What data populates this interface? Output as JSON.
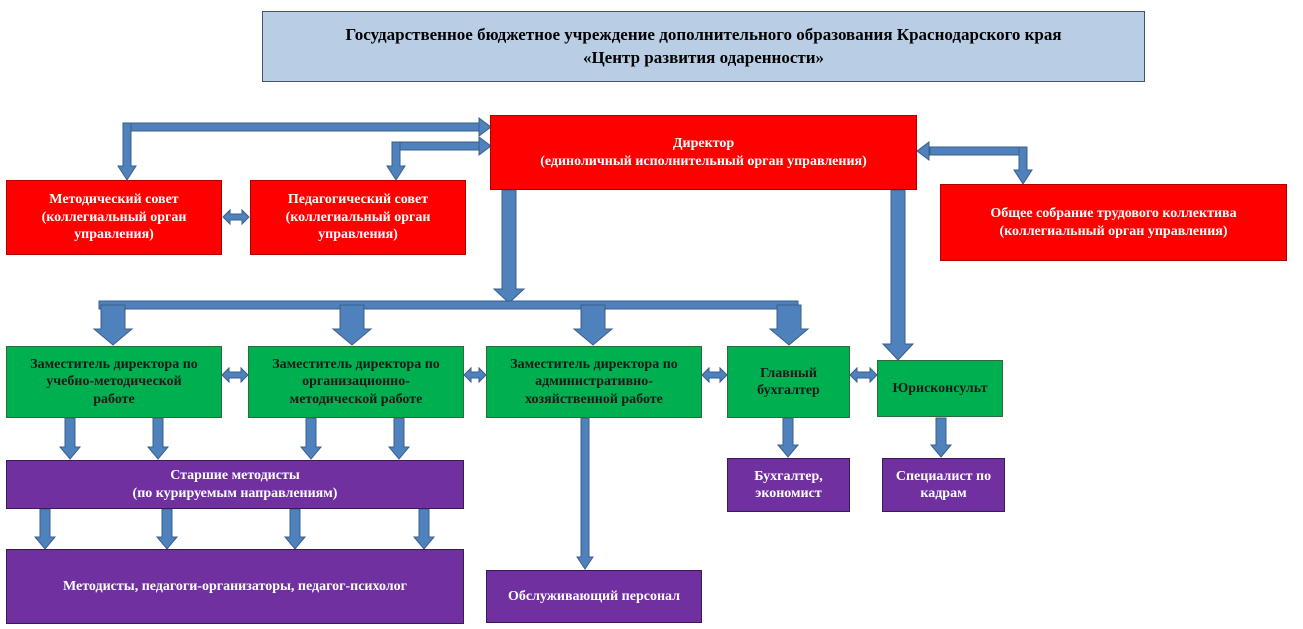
{
  "header": {
    "line1": "Государственное бюджетное учреждение дополнительного образования Краснодарского края",
    "line2": "«Центр развития одаренности»"
  },
  "director": {
    "line1": "Директор",
    "line2": "(единоличный исполнительный орган управления)"
  },
  "method_council": {
    "line1": "Методический совет",
    "line2": "(коллегиальный орган",
    "line3": "управления)"
  },
  "ped_council": {
    "line1": "Педагогический совет",
    "line2": "(коллегиальный орган",
    "line3": "управления)"
  },
  "general_meeting": {
    "line1": "Общее собрание трудового коллектива",
    "line2": "(коллегиальный орган управления)"
  },
  "deputy_edu": {
    "line1": "Заместитель директора по",
    "line2": "учебно-методической",
    "line3": "работе"
  },
  "deputy_org": {
    "line1": "Заместитель директора по",
    "line2": "организационно-",
    "line3": "методической работе"
  },
  "deputy_admin": {
    "line1": "Заместитель директора по",
    "line2": "административно-",
    "line3": "хозяйственной работе"
  },
  "chief_accountant": {
    "line1": "Главный",
    "line2": "бухгалтер"
  },
  "lawyer": {
    "line1": "Юрисконсульт"
  },
  "senior_methodists": {
    "line1": "Старшие методисты",
    "line2": "(по курируемым направлениям)"
  },
  "accountant": {
    "line1": "Бухгалтер,",
    "line2": "экономист"
  },
  "hr": {
    "line1": "Специалист по",
    "line2": "кадрам"
  },
  "methodists": {
    "line1": "Методисты, педагоги-организаторы, педагог-психолог"
  },
  "service": {
    "line1": "Обслуживающий персонал"
  },
  "colors": {
    "red": "#ff0000",
    "green": "#00b050",
    "purple": "#7030a0",
    "header": "#b9cde5",
    "arrow": "#4f81bd"
  }
}
